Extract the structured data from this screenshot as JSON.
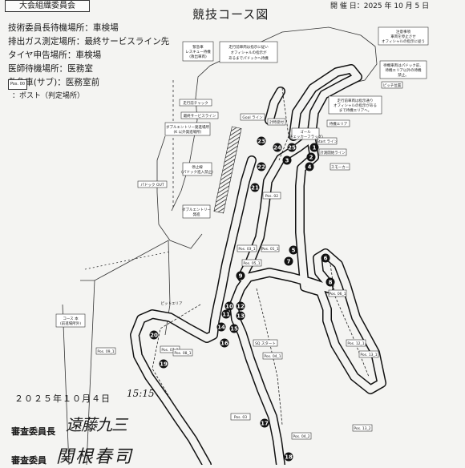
{
  "header": {
    "organizer": "大会組織委員会",
    "date": "開 催 日：2025 年 10 月 5 日",
    "title": "競技コース図"
  },
  "info_lines": [
    "技術委員長待機場所：車検場",
    "排出ガス測定場所：最終サービスライン先",
    "タイヤ申告場所：車検場",
    "医師待機場所：医務室",
    "救急車(サブ)：医務室前"
  ],
  "legend": {
    "pos_box": "Pos. 00",
    "post_text": "：ポスト（判定場所）"
  },
  "course_labels": [
    {
      "id": "rescue-waiting",
      "text": [
        "緊急車",
        "レスキュー待機",
        "(救出車両)"
      ]
    },
    {
      "id": "notes-pit-entry",
      "text": [
        "走行前車両は指示に従い",
        "オフィシャルの指示が",
        "あるまでパドックへ待機"
      ]
    },
    {
      "id": "start-chicane",
      "text": [
        "走行前チャック"
      ]
    },
    {
      "id": "final-service",
      "text": [
        "最終サービスライン"
      ]
    },
    {
      "id": "double-entry-wait",
      "text": [
        "ダブルエントリー発進場所",
        "(K 以外発進場所)"
      ]
    },
    {
      "id": "stop-area",
      "text": [
        "停止線",
        "(パドック進入禁止)"
      ]
    },
    {
      "id": "paddock-out",
      "text": [
        "パドック OUT"
      ]
    },
    {
      "id": "double-entry-area",
      "text": [
        "ダブルエントリー",
        "発進"
      ]
    },
    {
      "id": "course-hq",
      "text": [
        "コース 本",
        "(前進場所外)"
      ]
    },
    {
      "id": "goal-line",
      "text": [
        "Goal ライン"
      ]
    },
    {
      "id": "goal-checkers",
      "text": [
        "ゴール",
        "(チェッカーフラッグ)"
      ]
    },
    {
      "id": "start-line",
      "text": [
        "Start ライン"
      ]
    },
    {
      "id": "timing-control",
      "text": [
        "計測開始ライン"
      ]
    },
    {
      "id": "waiting-area",
      "text": [
        "待機エリア"
      ]
    },
    {
      "id": "vehicle-waiting",
      "text": [
        "待機車両はパドック前、",
        "待機エリア以外の待機",
        "禁止。"
      ]
    },
    {
      "id": "marker",
      "text": [
        "ピッチ位置"
      ]
    },
    {
      "id": "smoker",
      "text": [
        "スモーカー"
      ]
    },
    {
      "id": "vehicles-note",
      "text": [
        "走行前車両は指示通り",
        "オフィシャルの指示がある",
        "まで待機エリアへ。"
      ]
    },
    {
      "id": "timing-board",
      "text": [
        "計時受付"
      ]
    },
    {
      "id": "instructions-top",
      "text": [
        "注意事項",
        "車両を停止させ",
        "オフィシャルの指示に従う"
      ]
    },
    {
      "id": "slalom",
      "text": [
        "SQ スタート"
      ]
    },
    {
      "id": "pit-area",
      "text": [
        "ピットエリア"
      ]
    }
  ],
  "post_labels": [
    "Pos. 02",
    "Pos. 01_1",
    "Pos. 03_1",
    "Pos. 05_1",
    "Pos. 06_1",
    "Pos. 07_1",
    "Pos. 08_1",
    "Pos. 09_1",
    "Pos. 12_1",
    "Pos. 13_1",
    "Pos. 13_2",
    "Pos. 04_1",
    "Pos. 04_2",
    "Pos. 03"
  ],
  "corner_numbers": [
    "1",
    "2",
    "3",
    "4",
    "5",
    "6",
    "7",
    "8",
    "9",
    "10",
    "11",
    "12",
    "13",
    "14",
    "15",
    "16",
    "17",
    "18",
    "19",
    "20",
    "21",
    "22",
    "23",
    "24",
    "25"
  ],
  "footer": {
    "date": "２０２５年１０月４日",
    "time": "15:15",
    "role1": "審査委員長",
    "signature1": "遠藤九三",
    "role2": "審査委員",
    "signature2": "関根春司"
  },
  "colors": {
    "track": "#111111",
    "marker_fill": "#111111",
    "hatch": "#222222"
  }
}
